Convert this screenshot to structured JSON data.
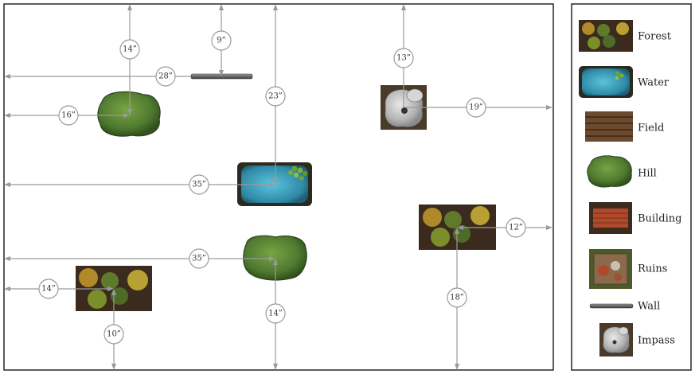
{
  "colors": {
    "forest": "#5a6b2e",
    "water": "#3a9bb5",
    "field": "#6b4a2e",
    "hill": "#4f7a30",
    "building": "#b0482b",
    "ruins": "#8a6a4a",
    "wall": "#6a6a6a",
    "impass": "#b9b9b9",
    "arrow": "#9a9a9a"
  },
  "legend": [
    {
      "key": "forest",
      "label": "Forest",
      "icon": "forest-icon"
    },
    {
      "key": "water",
      "label": "Water",
      "icon": "water-icon"
    },
    {
      "key": "field",
      "label": "Field",
      "icon": "field-icon"
    },
    {
      "key": "hill",
      "label": "Hill",
      "icon": "hill-icon"
    },
    {
      "key": "building",
      "label": "Building",
      "icon": "building-icon"
    },
    {
      "key": "ruins",
      "label": "Ruins",
      "icon": "ruins-icon"
    },
    {
      "key": "wall",
      "label": "Wall",
      "icon": "wall-icon"
    },
    {
      "key": "impass",
      "label": "Impass",
      "icon": "impass-icon"
    }
  ],
  "terrain": [
    {
      "name": "wall-top",
      "type": "wall"
    },
    {
      "name": "hill-left",
      "type": "hill"
    },
    {
      "name": "impass-top-right",
      "type": "impass"
    },
    {
      "name": "water-center",
      "type": "water"
    },
    {
      "name": "forest-right",
      "type": "forest"
    },
    {
      "name": "hill-center",
      "type": "hill"
    },
    {
      "name": "forest-left",
      "type": "forest"
    }
  ],
  "distances": [
    {
      "name": "wall-top-distance",
      "label": "9”"
    },
    {
      "name": "wall-left-distance",
      "label": "28”"
    },
    {
      "name": "hill-left-top-distance",
      "label": "14”"
    },
    {
      "name": "hill-left-left-distance",
      "label": "16”"
    },
    {
      "name": "water-top-distance",
      "label": "23”"
    },
    {
      "name": "water-left-distance",
      "label": "35”"
    },
    {
      "name": "impass-top-distance",
      "label": "13”"
    },
    {
      "name": "impass-right-distance",
      "label": "19”"
    },
    {
      "name": "forest-right-right-distance",
      "label": "12”"
    },
    {
      "name": "forest-right-bottom-distance",
      "label": "18”"
    },
    {
      "name": "hill-center-left-distance",
      "label": "35”"
    },
    {
      "name": "hill-center-bottom-distance",
      "label": "14”"
    },
    {
      "name": "forest-left-left-distance",
      "label": "14”"
    },
    {
      "name": "forest-left-bottom-distance",
      "label": "10”"
    }
  ]
}
